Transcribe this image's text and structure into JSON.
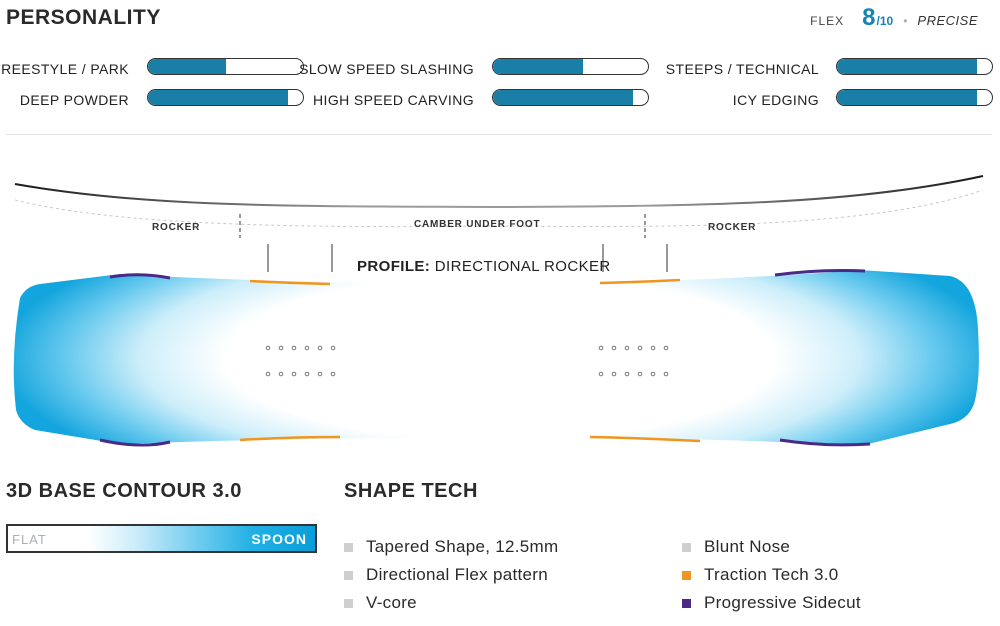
{
  "personality": {
    "title": "PERSONALITY",
    "flex": {
      "label": "FLEX",
      "value": "8",
      "max": "/10",
      "separator": "•",
      "descriptor": "PRECISE"
    },
    "meters": [
      {
        "label": "FREESTYLE / PARK",
        "level": 0.5
      },
      {
        "label": "DEEP POWDER",
        "level": 0.9
      },
      {
        "label": "SLOW SPEED SLASHING",
        "level": 0.58
      },
      {
        "label": "HIGH SPEED CARVING",
        "level": 0.9
      },
      {
        "label": "STEEPS / TECHNICAL",
        "level": 0.9
      },
      {
        "label": "ICY EDGING",
        "level": 0.9
      }
    ]
  },
  "profile": {
    "zones": [
      "ROCKER",
      "CAMBER UNDER FOOT",
      "ROCKER"
    ],
    "caption_key": "PROFILE:",
    "caption_value": "DIRECTIONAL ROCKER"
  },
  "base_contour": {
    "title": "3D BASE CONTOUR 3.0",
    "flat_label": "FLAT",
    "spoon_label": "SPOON"
  },
  "shape_tech": {
    "title": "SHAPE TECH",
    "items": [
      {
        "label": "Tapered Shape, 12.5mm",
        "color": "#cfcfcf"
      },
      {
        "label": "Directional Flex pattern",
        "color": "#cfcfcf"
      },
      {
        "label": "V-core",
        "color": "#cfcfcf"
      },
      {
        "label": "Blunt Nose",
        "color": "#cfcfcf"
      },
      {
        "label": "Traction Tech 3.0",
        "color": "#f0951d"
      },
      {
        "label": "Progressive Sidecut",
        "color": "#4b2a87"
      }
    ]
  },
  "colors": {
    "accent": "#1784b0",
    "meter_fill": "#1a7fa7",
    "traction": "#f0951d",
    "sidecut": "#4b2a87"
  }
}
